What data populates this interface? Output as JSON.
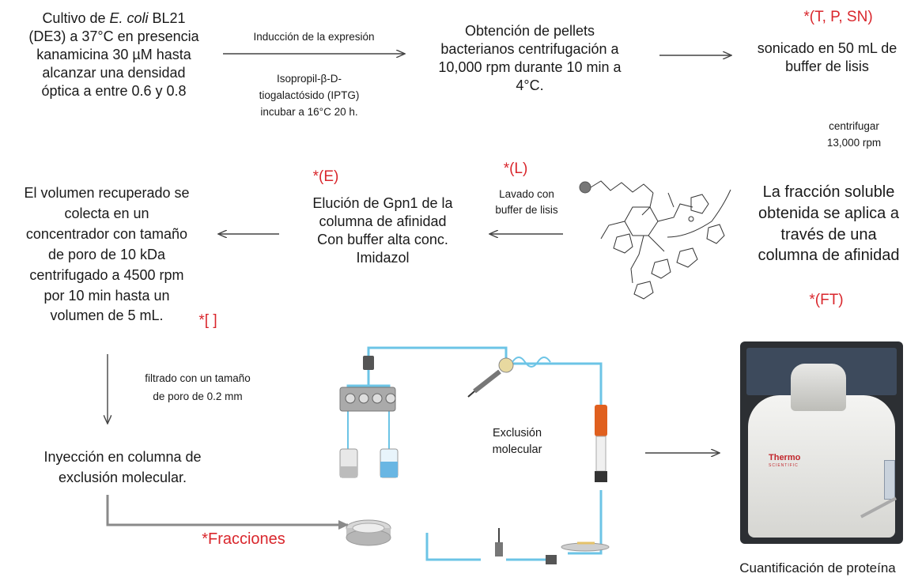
{
  "step1": {
    "line1_a": "Cultivo de ",
    "line1_em": "E. coli",
    "line1_b": " BL21",
    "line2": "(DE3) a 37°C en presencia",
    "line3": "kanamicina 30 µM hasta",
    "line4": "alcanzar una densidad",
    "line5": "óptica a entre 0.6 y 0.8"
  },
  "arrow1": {
    "label_top": "Inducción de la expresión",
    "label_bottom": [
      "Isopropil-β-D-",
      "tiogalactósido (IPTG)",
      "incubar a 16°C  20 h."
    ]
  },
  "step2": {
    "lines": [
      "Obtención de pellets",
      "bacterianos centrifugación a",
      "10,000 rpm durante 10 min a",
      "4°C."
    ]
  },
  "step3": {
    "marker": "*(T, P, SN)",
    "lines": [
      "sonicado en 50 mL de",
      "buffer de lisis"
    ]
  },
  "centrifugar": {
    "lines": [
      "centrifugar",
      "13,000 rpm"
    ]
  },
  "step4": {
    "lines": [
      "La fracción soluble",
      "obtenida se aplica a",
      "través de una",
      "columna de afinidad"
    ],
    "marker": "*(FT)"
  },
  "wash": {
    "marker": "*(L)",
    "lines": [
      "Lavado con",
      "buffer de lisis"
    ]
  },
  "step5": {
    "marker": "*(E)",
    "lines": [
      "Elución de Gpn1 de la",
      "columna de afinidad",
      "Con buffer alta conc.",
      "Imidazol"
    ]
  },
  "step6": {
    "lines": [
      "El volumen recuperado se",
      "colecta en un",
      "concentrador con tamaño",
      "de poro  de 10 kDa",
      "centrifugado a 4500 rpm",
      "por 10 min hasta un",
      "volumen de 5 mL."
    ],
    "marker": "*[ ]"
  },
  "filter": {
    "lines": [
      "filtrado con un  tamaño",
      "de poro de 0.2 mm"
    ]
  },
  "step7": {
    "lines": [
      "Inyección en columna de",
      "exclusión molecular."
    ]
  },
  "fractions": {
    "marker": "*Fracciones"
  },
  "sec": {
    "lines": [
      "Exclusión",
      "molecular"
    ]
  },
  "quant": {
    "label": "Cuantificación de proteína",
    "brand": "Thermo",
    "brand_sub": "SCIENTIFIC"
  },
  "colors": {
    "marker_red": "#d9262c",
    "tubing": "#6cc4e6",
    "column_orange": "#e0601f",
    "arrow": "#555555"
  }
}
